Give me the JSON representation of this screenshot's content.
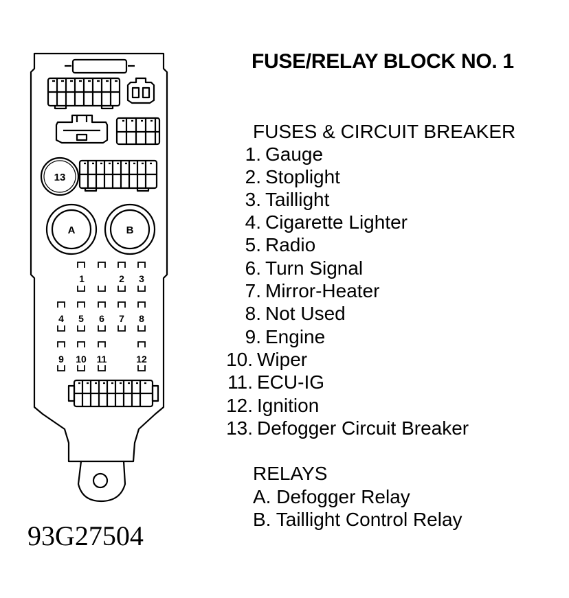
{
  "title": "FUSE/RELAY BLOCK NO. 1",
  "fuses_heading": "FUSES & CIRCUIT BREAKER",
  "fuses": [
    {
      "num": "1.",
      "label": "Gauge"
    },
    {
      "num": "2.",
      "label": "Stoplight"
    },
    {
      "num": "3.",
      "label": "Taillight"
    },
    {
      "num": "4.",
      "label": "Cigarette Lighter"
    },
    {
      "num": "5.",
      "label": "Radio"
    },
    {
      "num": "6.",
      "label": "Turn Signal"
    },
    {
      "num": "7.",
      "label": "Mirror-Heater"
    },
    {
      "num": "8.",
      "label": "Not Used"
    },
    {
      "num": "9.",
      "label": "Engine"
    },
    {
      "num": "10.",
      "label": "Wiper"
    },
    {
      "num": "11.",
      "label": "ECU-IG"
    },
    {
      "num": "12.",
      "label": "Ignition"
    },
    {
      "num": "13.",
      "label": "Defogger Circuit Breaker"
    }
  ],
  "relays_heading": "RELAYS",
  "relays": [
    {
      "letter": "A.",
      "label": "Defogger Relay"
    },
    {
      "letter": "B.",
      "label": "Taillight Control Relay"
    }
  ],
  "diagram": {
    "breaker_label": "13",
    "relay_a_label": "A",
    "relay_b_label": "B",
    "fuse_row1": [
      "1",
      "2",
      "3"
    ],
    "fuse_row2": [
      "4",
      "5",
      "6",
      "7",
      "8"
    ],
    "fuse_row3": [
      "9",
      "10",
      "11",
      "12"
    ]
  },
  "figure_code": "93G27504"
}
